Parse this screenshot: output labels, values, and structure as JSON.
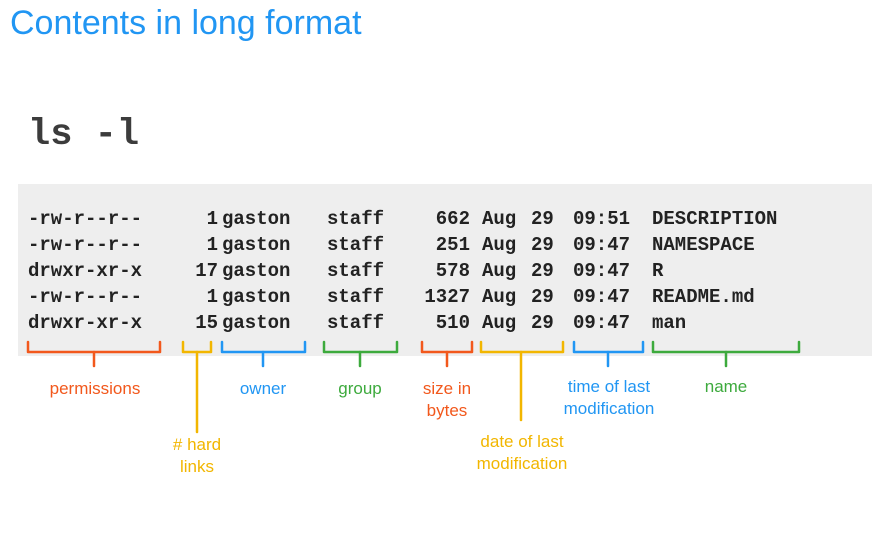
{
  "title": "Contents in long format",
  "command": "ls -l",
  "listing": [
    {
      "permissions": "-rw-r--r--",
      "links": "1",
      "owner": "gaston",
      "group": "staff",
      "size": "662",
      "month": "Aug",
      "day": "29",
      "time": "09:51",
      "name": "DESCRIPTION"
    },
    {
      "permissions": "-rw-r--r--",
      "links": "1",
      "owner": "gaston",
      "group": "staff",
      "size": "251",
      "month": "Aug",
      "day": "29",
      "time": "09:47",
      "name": "NAMESPACE"
    },
    {
      "permissions": "drwxr-xr-x",
      "links": "17",
      "owner": "gaston",
      "group": "staff",
      "size": "578",
      "month": "Aug",
      "day": "29",
      "time": "09:47",
      "name": "R"
    },
    {
      "permissions": "-rw-r--r--",
      "links": "1",
      "owner": "gaston",
      "group": "staff",
      "size": "1327",
      "month": "Aug",
      "day": "29",
      "time": "09:47",
      "name": "README.md"
    },
    {
      "permissions": "drwxr-xr-x",
      "links": "15",
      "owner": "gaston",
      "group": "staff",
      "size": "510",
      "month": "Aug",
      "day": "29",
      "time": "09:47",
      "name": "man"
    }
  ],
  "labels": {
    "permissions": "permissions",
    "hard_links_line1": "# hard",
    "hard_links_line2": "links",
    "owner": "owner",
    "group": "group",
    "size_line1": "size in",
    "size_line2": "bytes",
    "date_line1": "date of last",
    "date_line2": "modification",
    "time_line1": "time of last",
    "time_line2": "modification",
    "name": "name"
  },
  "colors": {
    "title": "#2196f3",
    "permissions": "#f2581c",
    "hard_links": "#f2b600",
    "owner": "#2196f3",
    "group": "#3daa3d",
    "size": "#f2581c",
    "date": "#f2b600",
    "time": "#2196f3",
    "name": "#3daa3d"
  }
}
